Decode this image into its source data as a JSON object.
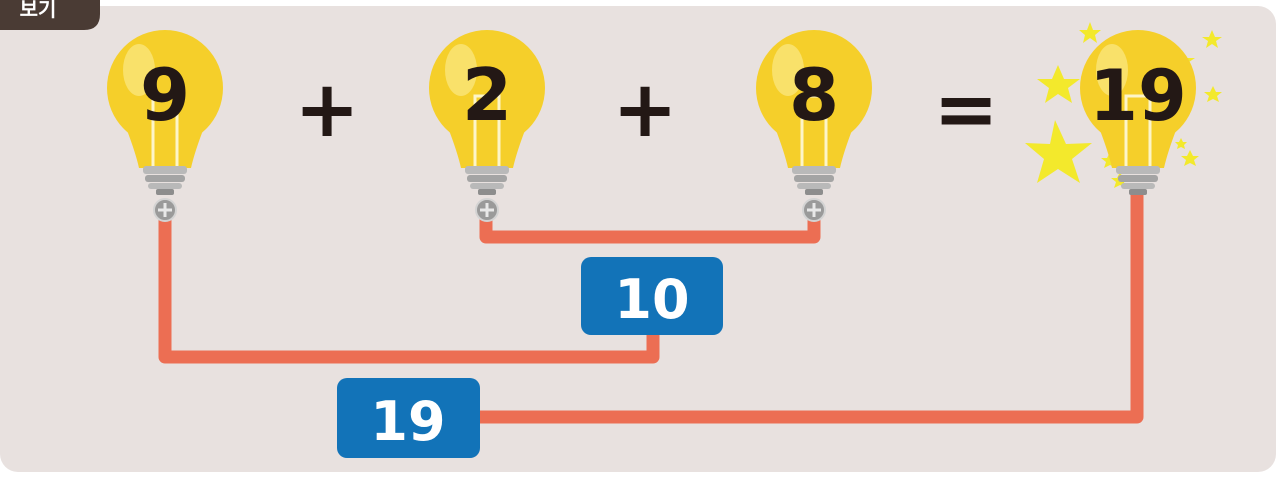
{
  "header": {
    "tab_label": "보기"
  },
  "equation": {
    "bulbs": [
      {
        "value": "9"
      },
      {
        "value": "2"
      },
      {
        "value": "8"
      },
      {
        "value": "19",
        "lit": true
      }
    ],
    "operators": [
      "+",
      "+",
      "="
    ]
  },
  "results": {
    "partial_sum": "10",
    "total_sum": "19"
  },
  "colors": {
    "panel": "#e8e1df",
    "tab": "#4a3b34",
    "bulb": "#f5cf2a",
    "bulb_highlight": "#fae57a",
    "wire": "#ec6e53",
    "box": "#1273b8",
    "star": "#f3e92c"
  }
}
